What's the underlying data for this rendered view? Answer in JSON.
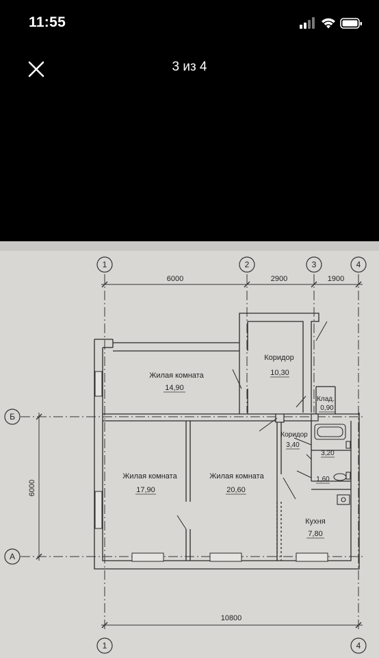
{
  "status": {
    "time": "11:55"
  },
  "viewer": {
    "counter": "3 из 4"
  },
  "plan": {
    "axes": {
      "a1": "1",
      "a2": "2",
      "a3": "3",
      "a4": "4",
      "b1": "1",
      "b4": "4",
      "rowB": "Б",
      "rowA": "А"
    },
    "dims": {
      "d1": "6000",
      "d2": "2900",
      "d3": "1900",
      "total": "10800",
      "vertical": "6000"
    },
    "rooms": {
      "living1": {
        "name": "Жилая комната",
        "area": "14,90"
      },
      "corridor1": {
        "name": "Коридор",
        "area": "10,30"
      },
      "storage": {
        "name": "Клад.",
        "area": "0,90"
      },
      "corridor2": {
        "name": "Коридор",
        "area": "3,40"
      },
      "bath": {
        "area": "3,20"
      },
      "wc": {
        "area": "1,60"
      },
      "living2": {
        "name": "Жилая комната",
        "area": "17,90"
      },
      "living3": {
        "name": "Жилая комната",
        "area": "20,60"
      },
      "kitchen": {
        "name": "Кухня",
        "area": "7,80"
      }
    }
  }
}
